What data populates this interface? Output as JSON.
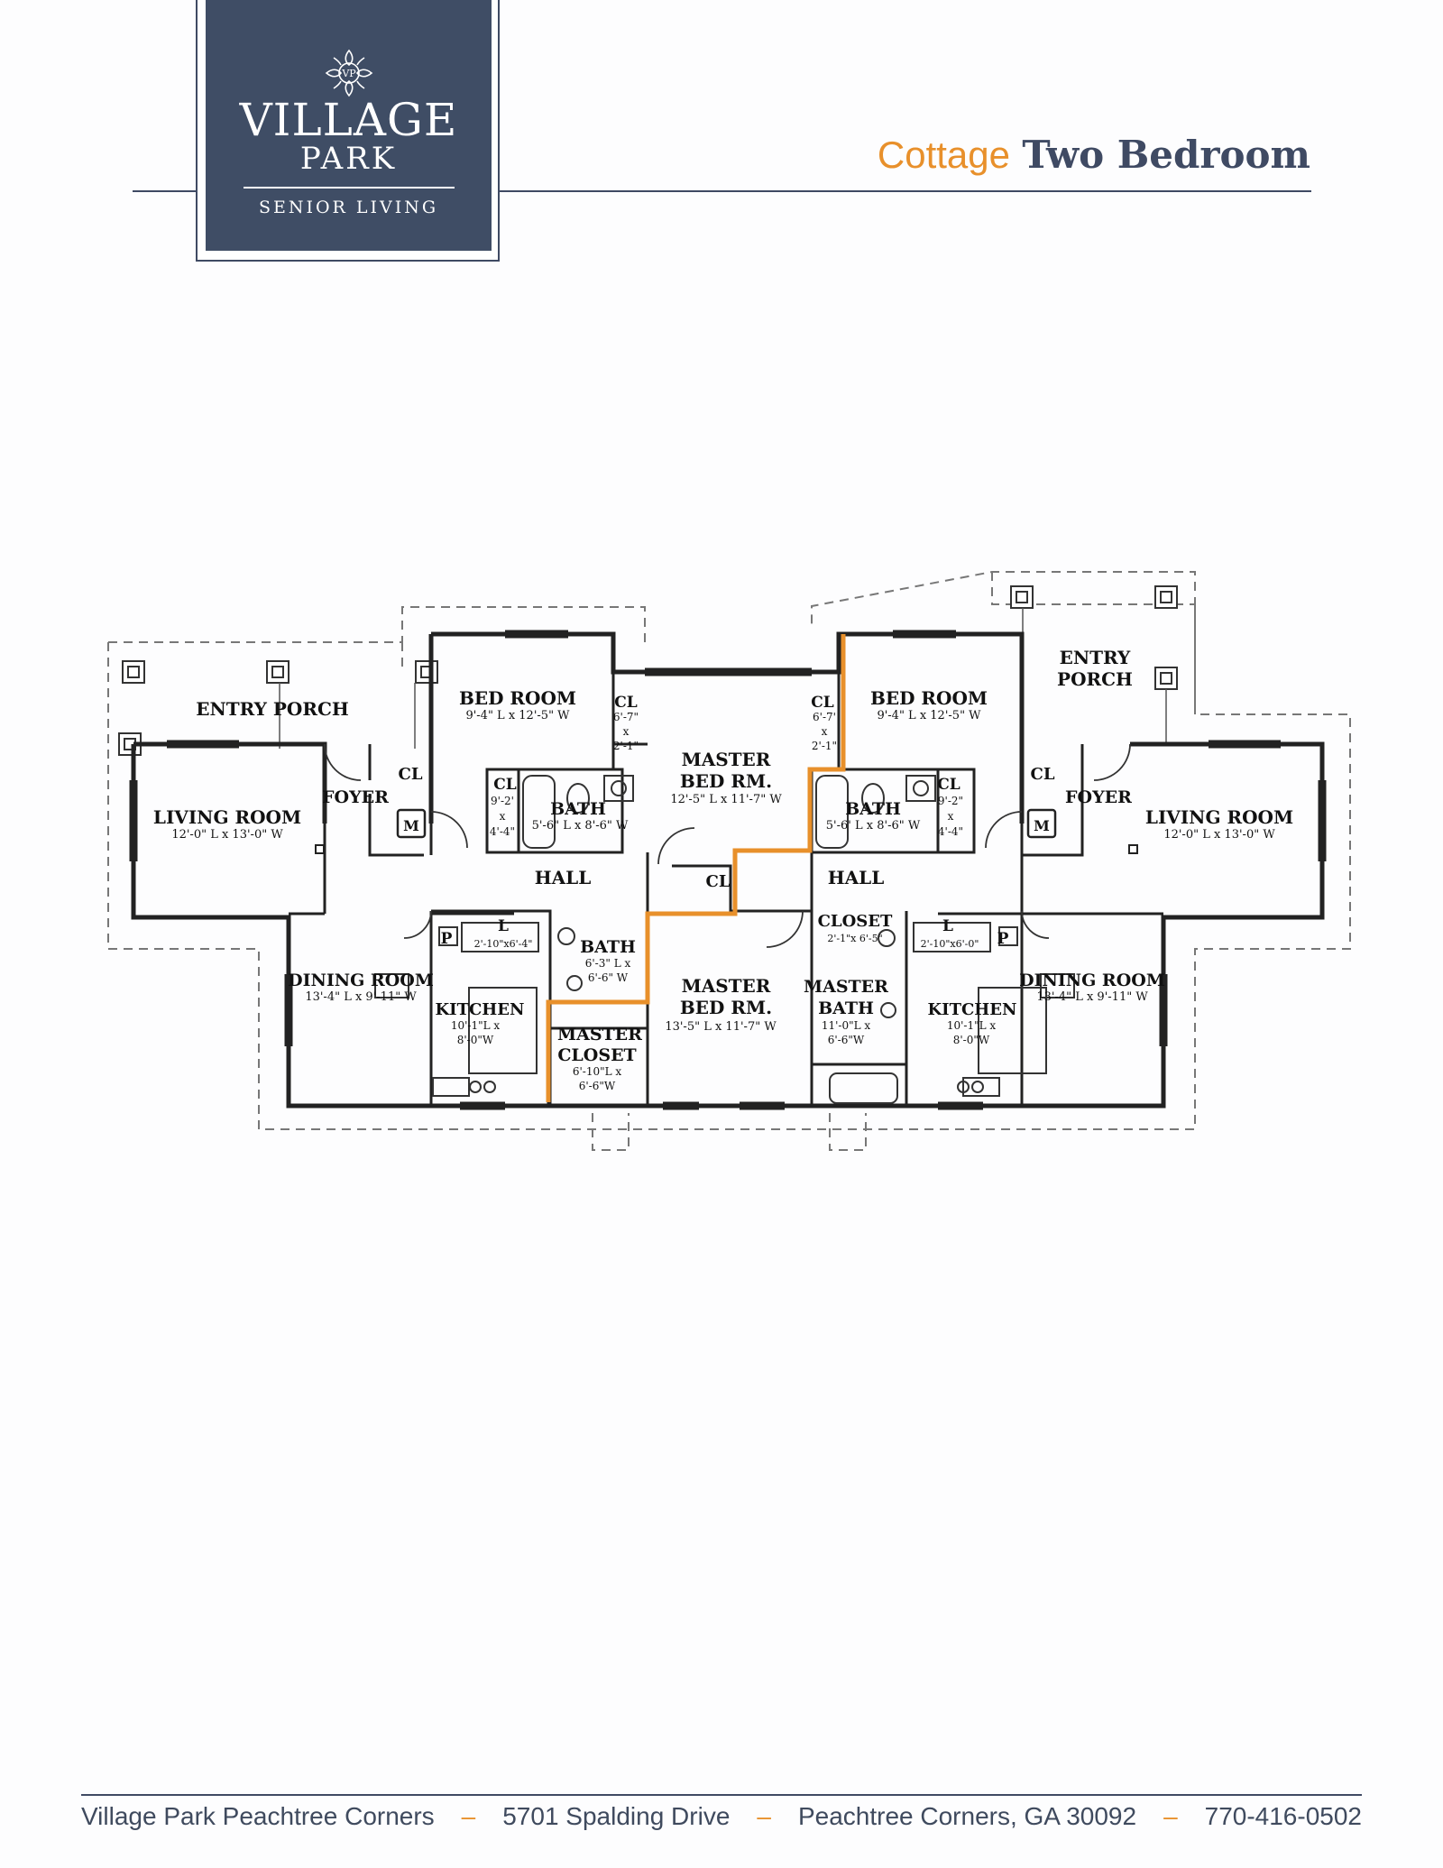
{
  "logo": {
    "monogram": "VP",
    "name_line1": "VILLAGE",
    "name_line2": "PARK",
    "tagline": "SENIOR LIVING"
  },
  "title": {
    "light": "Cottage",
    "bold": "Two Bedroom"
  },
  "colors": {
    "navy": "#3f4d65",
    "orange": "#e8902b",
    "text": "#3f4a5e"
  },
  "floorplan": {
    "left_unit": {
      "entry_porch": "ENTRY PORCH",
      "living_room": "LIVING ROOM",
      "living_room_dim": "12'-0\" L x 13'-0\" W",
      "foyer": "FOYER",
      "cl_foyer": "CL",
      "mech": "M",
      "bed_room": "BED ROOM",
      "bed_room_dim": "9'-4\" L x 12'-5\" W",
      "bath": "BATH",
      "bath_dim": "5'-6\" L x 8'-6\" W",
      "cl_bath_l1": "CL",
      "cl_bath_l2": "9'-2'",
      "cl_bath_l3": "x",
      "cl_bath_l4": "4'-4\"",
      "cl_bed_l1": "CL",
      "cl_bed_l2": "6'-7\"",
      "cl_bed_l3": "x",
      "cl_bed_l4": "2'-1\"",
      "hall": "HALL",
      "cl_hall": "CL",
      "pantry": "P",
      "laundry": "L",
      "laundry_dim": "2'-10\"x6'-4\"",
      "dining_room": "DINING ROOM",
      "dining_room_dim": "13'-4\" L x 9'-11\" W",
      "kitchen": "KITCHEN",
      "kitchen_dim1": "10'-1\"L x",
      "kitchen_dim2": "8'-0\"W",
      "master_bath": "BATH",
      "master_bath_dim1": "6'-3\" L x",
      "master_bath_dim2": "6'-6\" W",
      "master_closet_l1": "MASTER",
      "master_closet_l2": "CLOSET",
      "master_closet_dim1": "6'-10\"L x",
      "master_closet_dim2": "6'-6\"W",
      "master_bed_l1": "MASTER",
      "master_bed_l2": "BED RM.",
      "master_bed_dim": "13'-5\" L x 11'-7\" W"
    },
    "right_unit": {
      "entry_porch_l1": "ENTRY",
      "entry_porch_l2": "PORCH",
      "living_room": "LIVING ROOM",
      "living_room_dim": "12'-0\" L x 13'-0\" W",
      "foyer": "FOYER",
      "cl_foyer": "CL",
      "mech": "M",
      "bed_room": "BED ROOM",
      "bed_room_dim": "9'-4\" L x 12'-5\" W",
      "bath": "BATH",
      "bath_dim": "5'-6' L x 8'-6\" W",
      "cl_bath_l1": "CL",
      "cl_bath_l2": "9'-2\"",
      "cl_bath_l3": "x",
      "cl_bath_l4": "4'-4\"",
      "cl_bed_l1": "CL",
      "cl_bed_l2": "6'-7'",
      "cl_bed_l3": "x",
      "cl_bed_l4": "2'-1\"",
      "hall": "HALL",
      "closet": "CLOSET",
      "closet_dim": "2'-1\"x 6'-5\"",
      "pantry": "P",
      "laundry": "L",
      "laundry_dim": "2'-10\"x6'-0\"",
      "dining_room": "DINING ROOM",
      "dining_room_dim": "13'-4\" L x 9'-11\" W",
      "kitchen": "KITCHEN",
      "kitchen_dim1": "10'-1\"L x",
      "kitchen_dim2": "8'-0\"W",
      "master_bath_l1": "MASTER",
      "master_bath_l2": "BATH",
      "master_bath_dim1": "11'-0\"L x",
      "master_bath_dim2": "6'-6\"W",
      "master_bed_l1": "MASTER",
      "master_bed_l2": "BED RM.",
      "master_bed_dim": "12'-5\" L x 11'-7\" W"
    }
  },
  "footer": {
    "community": "Village Park Peachtree Corners",
    "address": "5701 Spalding Drive",
    "city": "Peachtree Corners, GA 30092",
    "phone": "770-416-0502",
    "separator": "–"
  }
}
